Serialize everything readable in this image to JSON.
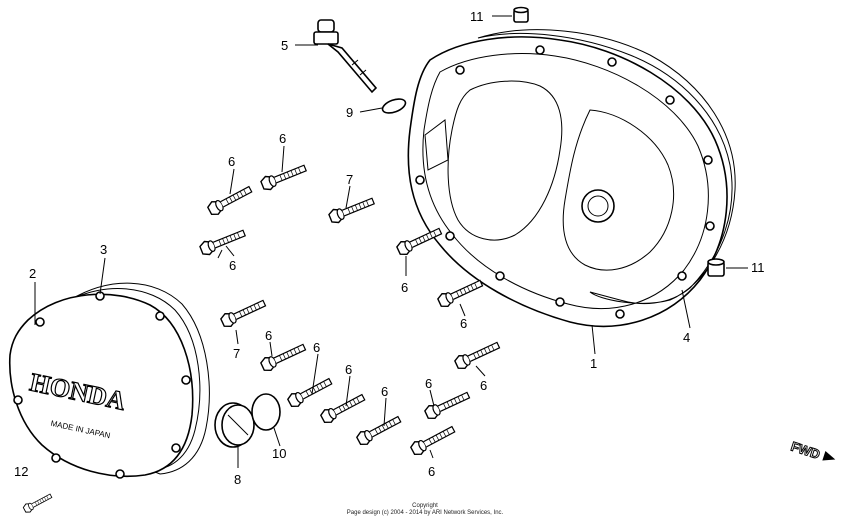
{
  "callouts": [
    {
      "label": "1"
    },
    {
      "label": "2"
    },
    {
      "label": "3"
    },
    {
      "label": "4"
    },
    {
      "label": "5"
    },
    {
      "label": "6"
    },
    {
      "label": "7"
    },
    {
      "label": "8"
    },
    {
      "label": "9"
    },
    {
      "label": "10"
    },
    {
      "label": "11"
    },
    {
      "label": "12"
    }
  ],
  "cover_text": {
    "brand": "HONDA",
    "made_in": "MADE IN JAPAN"
  },
  "direction_label": "FWD",
  "copyright": {
    "line1": "Copyright",
    "line2": "Page design (c) 2004 - 2014 by ARI Network Services, Inc."
  }
}
